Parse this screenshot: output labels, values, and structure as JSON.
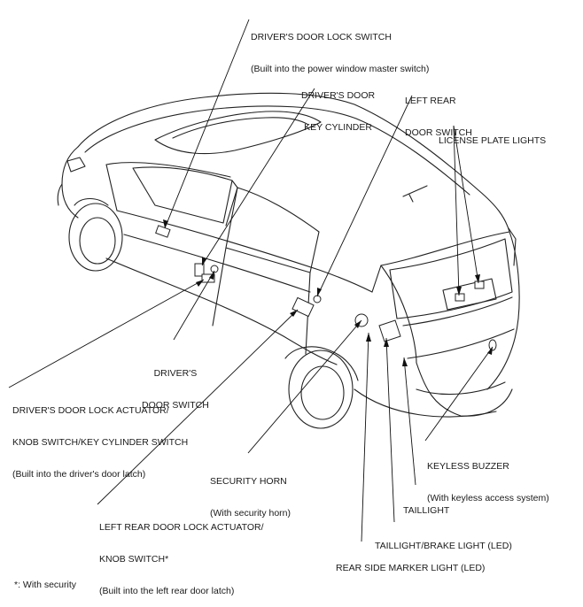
{
  "labels": {
    "drivers_door_lock_switch": [
      "DRIVER'S DOOR LOCK SWITCH",
      "(Built into the power window master switch)"
    ],
    "drivers_door_key_cylinder": [
      "DRIVER'S DOOR",
      "KEY CYLINDER"
    ],
    "left_rear_door_switch": [
      "LEFT REAR",
      "DOOR SWITCH"
    ],
    "license_plate_lights": [
      "LICENSE PLATE LIGHTS"
    ],
    "drivers_door_switch": [
      "DRIVER'S",
      "DOOR SWITCH"
    ],
    "drivers_door_lock_actuator": [
      "DRIVER'S DOOR LOCK ACTUATOR/",
      "KNOB SWITCH/KEY CYLINDER SWITCH",
      "(Built into the driver's door latch)"
    ],
    "security_horn": [
      "SECURITY HORN",
      "(With security horn)"
    ],
    "keyless_buzzer": [
      "KEYLESS BUZZER",
      "(With keyless access system)"
    ],
    "taillight": [
      "TAILLIGHT"
    ],
    "left_rear_door_lock_actuator": [
      "LEFT REAR DOOR LOCK ACTUATOR/",
      "KNOB SWITCH*",
      "(Built into the left rear door latch)"
    ],
    "taillight_brake_light": [
      "TAILLIGHT/BRAKE LIGHT (LED)"
    ],
    "rear_side_marker_light": [
      "REAR SIDE MARKER LIGHT (LED)"
    ]
  },
  "footnote": "*: With security"
}
